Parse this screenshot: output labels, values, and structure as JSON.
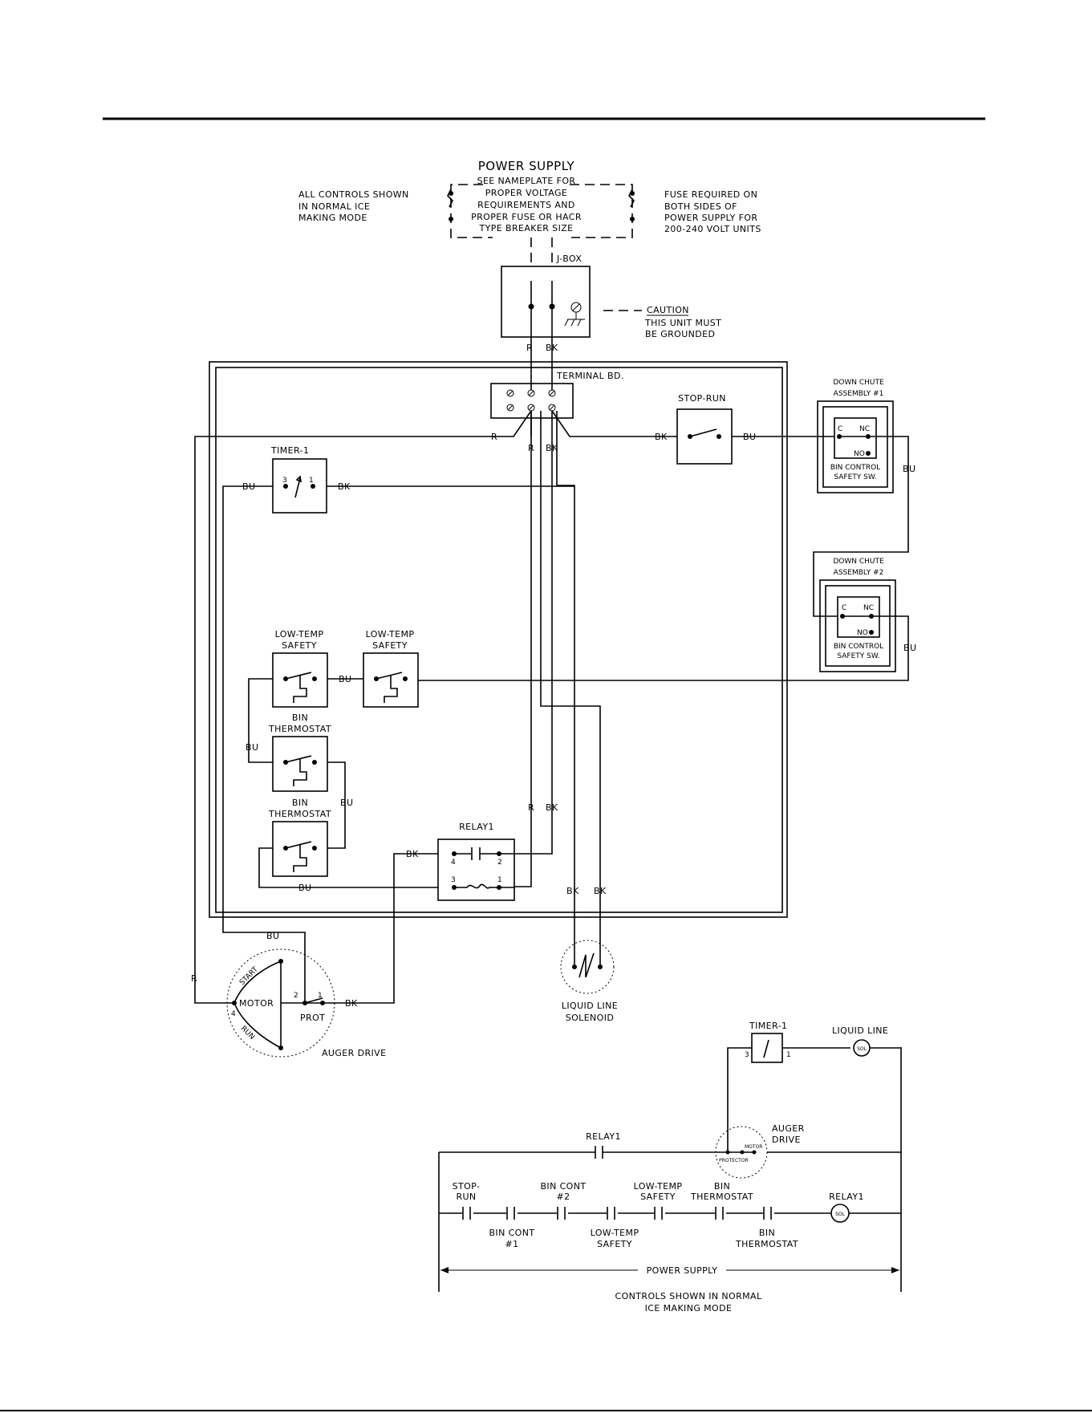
{
  "power_supply": {
    "title": "POWER SUPPLY",
    "lines": [
      "SEE NAMEPLATE FOR",
      "PROPER VOLTAGE",
      "REQUIREMENTS AND",
      "PROPER FUSE OR HACR",
      "TYPE BREAKER SIZE"
    ]
  },
  "notes": {
    "controls": [
      "ALL CONTROLS SHOWN",
      "IN NORMAL ICE",
      "MAKING MODE"
    ],
    "fuse": [
      "FUSE REQUIRED ON",
      "BOTH SIDES OF",
      "POWER SUPPLY FOR",
      "200-240 VOLT UNITS"
    ],
    "caution_title": "CAUTION",
    "caution": [
      "THIS UNIT MUST",
      "BE GROUNDED"
    ]
  },
  "labels": {
    "jbox": "J-BOX",
    "terminal": "TERMINAL BD.",
    "stop_run": "STOP-RUN",
    "timer": "TIMER-1",
    "relay": "RELAY1",
    "low_temp": [
      "LOW-TEMP",
      "SAFETY"
    ],
    "bin_thermo": [
      "BIN",
      "THERMOSTAT"
    ],
    "down_chute1": [
      "DOWN CHUTE",
      "ASSEMBLY #1"
    ],
    "down_chute2": [
      "DOWN CHUTE",
      "ASSEMBLY #2"
    ],
    "bin_control": [
      "BIN CONTROL",
      "SAFETY SW."
    ],
    "sw_c": "C",
    "sw_nc": "NC",
    "sw_no": "NO",
    "liquid_solenoid": [
      "LIQUID LINE",
      "SOLENOID"
    ],
    "auger_drive": "AUGER DRIVE",
    "motor": "MOTOR",
    "prot": "PROT",
    "start": "START",
    "run": "RUN"
  },
  "wire": {
    "R": "R",
    "BK": "BK",
    "BU": "BU"
  },
  "pins": {
    "p1": "1",
    "p2": "2",
    "p3": "3",
    "p4": "4"
  },
  "ladder": {
    "timer": "TIMER-1",
    "liquid_line": "LIQUID LINE",
    "sol": "SOL",
    "relay": "RELAY1",
    "auger": [
      "AUGER",
      "DRIVE"
    ],
    "protector": "PROTECTOR",
    "motor": "MOTOR",
    "stop_run": [
      "STOP-",
      "RUN"
    ],
    "bin_cont2": [
      "BIN CONT",
      "#2"
    ],
    "low_temp_a": [
      "LOW-TEMP",
      "SAFETY"
    ],
    "bin_thermo_a": [
      "BIN",
      "THERMOSTAT"
    ],
    "relay_coil": "RELAY1",
    "bin_cont1": [
      "BIN CONT",
      "#1"
    ],
    "low_temp_b": [
      "LOW-TEMP",
      "SAFETY"
    ],
    "bin_thermo_b": [
      "BIN",
      "THERMOSTAT"
    ],
    "power_supply": "POWER SUPPLY",
    "caption": [
      "CONTROLS SHOWN IN NORMAL",
      "ICE MAKING MODE"
    ]
  }
}
